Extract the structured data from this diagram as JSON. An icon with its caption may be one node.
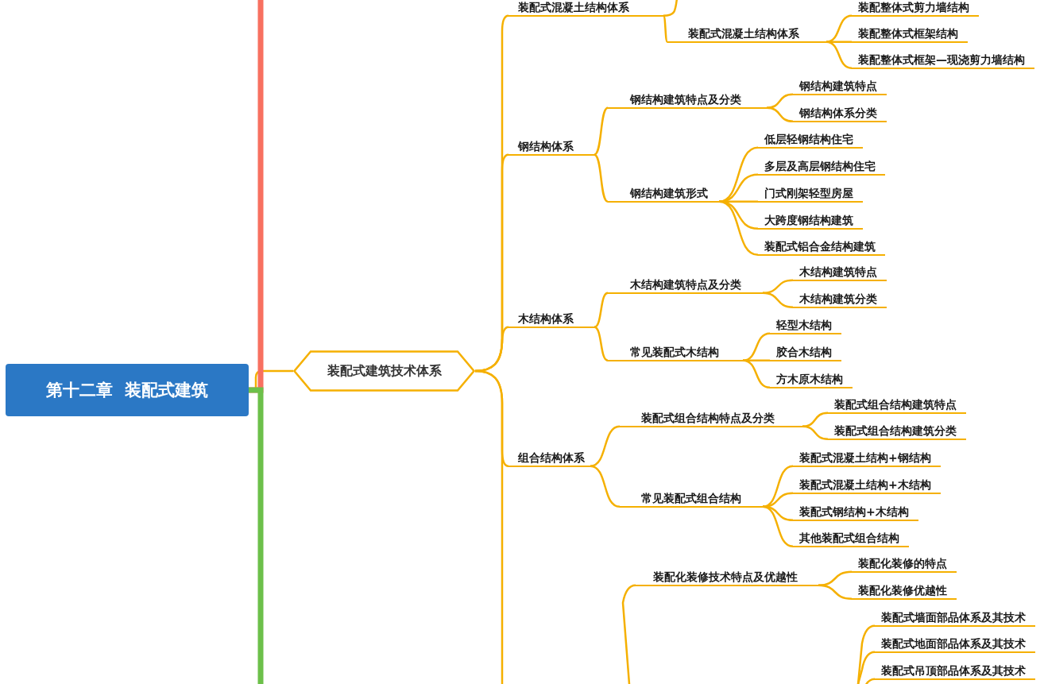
{
  "diagram": {
    "nodes": [
      {
        "text": [
          "第十二章  装配式建筑"
        ]
      },
      {
        "text": [
          "装配式建筑技术体系"
        ]
      },
      {
        "text": [
          "装配式混凝土结构体系"
        ]
      },
      {
        "text": [
          "装配式混凝土结构体系"
        ]
      },
      {
        "text": [
          "装配整体式剪力墙结构"
        ]
      },
      {
        "text": [
          "装配整体式框架结构"
        ]
      },
      {
        "text": [
          "装配整体式框架—现浇剪力墙结构"
        ]
      },
      {
        "text": [
          "钢结构体系"
        ]
      },
      {
        "text": [
          "钢结构建筑特点及分类"
        ]
      },
      {
        "text": [
          "钢结构建筑特点"
        ]
      },
      {
        "text": [
          "钢结构体系分类"
        ]
      },
      {
        "text": [
          "钢结构建筑形式"
        ]
      },
      {
        "text": [
          "低层轻钢结构住宅"
        ]
      },
      {
        "text": [
          "多层及高层钢结构住宅"
        ]
      },
      {
        "text": [
          "门式刚架轻型房屋"
        ]
      },
      {
        "text": [
          "大跨度钢结构建筑"
        ]
      },
      {
        "text": [
          "装配式铝合金结构建筑"
        ]
      },
      {
        "text": [
          "木结构体系"
        ]
      },
      {
        "text": [
          "木结构建筑特点及分类"
        ]
      },
      {
        "text": [
          "木结构建筑特点"
        ]
      },
      {
        "text": [
          "木结构建筑分类"
        ]
      },
      {
        "text": [
          "常见装配式木结构"
        ]
      },
      {
        "text": [
          "轻型木结构"
        ]
      },
      {
        "text": [
          "胶合木结构"
        ]
      },
      {
        "text": [
          "方木原木结构"
        ]
      },
      {
        "text": [
          "组合结构体系"
        ]
      },
      {
        "text": [
          "装配式组合结构特点及分类"
        ]
      },
      {
        "text": [
          "装配式组合结构建筑特点"
        ]
      },
      {
        "text": [
          "装配式组合结构建筑分类"
        ]
      },
      {
        "text": [
          "常见装配式组合结构"
        ]
      },
      {
        "text": [
          "装配式混凝土结构+钢结构"
        ]
      },
      {
        "text": [
          "装配式混凝土结构+木结构"
        ]
      },
      {
        "text": [
          "装配式钢结构+木结构"
        ]
      },
      {
        "text": [
          "其他装配式组合结构"
        ]
      },
      {
        "text": [
          "装配化装修技术特点及优越性"
        ]
      },
      {
        "text": [
          "装配化装修的特点"
        ]
      },
      {
        "text": [
          "装配化装修优越性"
        ]
      },
      {
        "text": [
          "装配式墙面部品体系及其技术"
        ]
      },
      {
        "text": [
          "装配式地面部品体系及其技术"
        ]
      },
      {
        "text": [
          "装配式吊顶部品体系及其技术"
        ]
      }
    ],
    "edges": [
      {
        "from": 0,
        "to": 1,
        "arrow": "none"
      },
      {
        "from": 0,
        "to": null,
        "arrow": "none",
        "style": "thick",
        "color": "#f87060"
      },
      {
        "from": 0,
        "to": null,
        "arrow": "none",
        "style": "thick",
        "color": "#6cc04a"
      },
      {
        "from": 1,
        "to": 2,
        "arrow": "none"
      },
      {
        "from": 1,
        "to": 7,
        "arrow": "none"
      },
      {
        "from": 1,
        "to": 17,
        "arrow": "none"
      },
      {
        "from": 1,
        "to": 25,
        "arrow": "none"
      },
      {
        "from": 1,
        "to": null,
        "arrow": "none"
      },
      {
        "from": 2,
        "to": null,
        "arrow": "none"
      },
      {
        "from": 2,
        "to": 3,
        "arrow": "none"
      },
      {
        "from": 3,
        "to": 4,
        "arrow": "none"
      },
      {
        "from": 3,
        "to": 5,
        "arrow": "none"
      },
      {
        "from": 3,
        "to": 6,
        "arrow": "none"
      },
      {
        "from": 7,
        "to": 8,
        "arrow": "none"
      },
      {
        "from": 7,
        "to": 11,
        "arrow": "none"
      },
      {
        "from": 8,
        "to": 9,
        "arrow": "none"
      },
      {
        "from": 8,
        "to": 10,
        "arrow": "none"
      },
      {
        "from": 11,
        "to": 12,
        "arrow": "none"
      },
      {
        "from": 11,
        "to": 13,
        "arrow": "none"
      },
      {
        "from": 11,
        "to": 14,
        "arrow": "none"
      },
      {
        "from": 11,
        "to": 15,
        "arrow": "none"
      },
      {
        "from": 11,
        "to": 16,
        "arrow": "none"
      },
      {
        "from": 17,
        "to": 18,
        "arrow": "none"
      },
      {
        "from": 17,
        "to": 21,
        "arrow": "none"
      },
      {
        "from": 18,
        "to": 19,
        "arrow": "none"
      },
      {
        "from": 18,
        "to": 20,
        "arrow": "none"
      },
      {
        "from": 21,
        "to": 22,
        "arrow": "none"
      },
      {
        "from": 21,
        "to": 23,
        "arrow": "none"
      },
      {
        "from": 21,
        "to": 24,
        "arrow": "none"
      },
      {
        "from": 25,
        "to": 26,
        "arrow": "none"
      },
      {
        "from": 25,
        "to": 29,
        "arrow": "none"
      },
      {
        "from": 26,
        "to": 27,
        "arrow": "none"
      },
      {
        "from": 26,
        "to": 28,
        "arrow": "none"
      },
      {
        "from": 29,
        "to": 30,
        "arrow": "none"
      },
      {
        "from": 29,
        "to": 31,
        "arrow": "none"
      },
      {
        "from": 29,
        "to": 32,
        "arrow": "none"
      },
      {
        "from": 29,
        "to": 33,
        "arrow": "none"
      },
      {
        "from": null,
        "to": 34,
        "arrow": "none"
      },
      {
        "from": 34,
        "to": 35,
        "arrow": "none"
      },
      {
        "from": 34,
        "to": 36,
        "arrow": "none"
      },
      {
        "from": null,
        "to": 37,
        "arrow": "none"
      },
      {
        "from": null,
        "to": 38,
        "arrow": "none"
      },
      {
        "from": null,
        "to": 39,
        "arrow": "none"
      }
    ]
  }
}
